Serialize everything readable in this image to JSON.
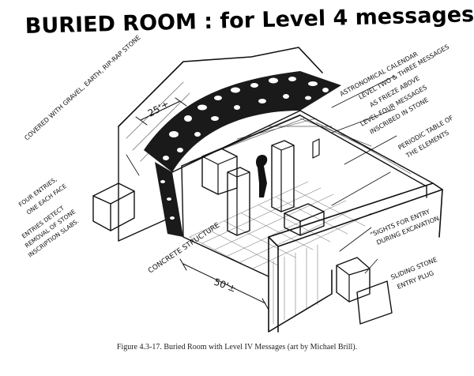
{
  "title": "BURIED ROOM : for Level 4 messages",
  "labels": {
    "covered": "COVERED WITH GRAVEL, EARTH, RIP-RAP STONE",
    "astro": "ASTRONOMICAL CALENDAR",
    "level23_1": "LEVEL TWO & THREE MESSAGES",
    "level23_2": "AS FRIEZE ABOVE",
    "level4_1": "LEVEL FOUR MESSAGES",
    "level4_2": "INSCRIBED IN STONE",
    "periodic_1": "PERIODIC TABLE OF",
    "periodic_2": "THE ELEMENTS",
    "four_entries_1": "FOUR ENTRIES,",
    "four_entries_2": "ONE EACH FACE",
    "entries_detect_1": "ENTRIES DETECT",
    "entries_detect_2": "REMOVAL OF STONE",
    "entries_detect_3": "INSCRIPTION SLABS.",
    "concrete": "CONCRETE STRUCTURE",
    "sights_1": "\"SIGHTS FOR ENTRY",
    "sights_2": "DURING EXCAVATION",
    "sliding_1": "SLIDING STONE",
    "sliding_2": "ENTRY PLUG",
    "dim25": "25'±",
    "dim50": "50'±"
  },
  "caption": "Figure 4.3-17.  Buried Room with Level IV Messages (art by Michael Brill)."
}
